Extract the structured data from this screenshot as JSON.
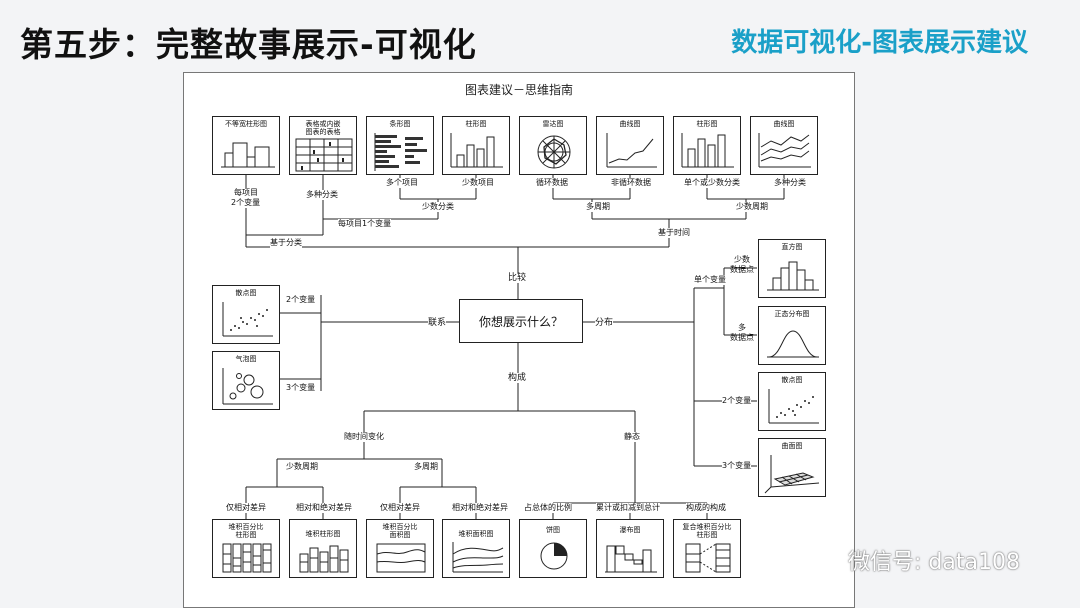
{
  "header": {
    "title": "第五步：完整故事展示-可视化",
    "subtitle": "数据可视化-图表展示建议"
  },
  "diagram": {
    "title": "图表建议－思维指南",
    "center": "你想展示什么？",
    "branches": {
      "compare": "比较",
      "relation": "联系",
      "distribution": "分布",
      "composition": "构成"
    },
    "top_boxes": [
      {
        "label": "不等宽柱形图"
      },
      {
        "label": "表格或内嵌\n图表的表格"
      },
      {
        "label": "条形图"
      },
      {
        "label": "柱形图"
      },
      {
        "label": "雷达图"
      },
      {
        "label": "曲线图"
      },
      {
        "label": "柱形图"
      },
      {
        "label": "曲线图"
      }
    ],
    "top_labels": {
      "each_item_2": "每项目",
      "two_vars": "2个变量",
      "multi_class": "多种分类",
      "many_items": "多个项目",
      "few_items": "少数项目",
      "cyclic": "循环数据",
      "noncyclic": "非循环数据",
      "single_or_few": "单个或少数分类",
      "multi_class2": "多种分类",
      "few_class": "少数分类",
      "many_periods": "多周期",
      "few_periods": "少数周期",
      "each_item_1": "每项目1个变量",
      "by_class": "基于分类",
      "by_time": "基于时间"
    },
    "left_boxes": [
      {
        "label": "散点图"
      },
      {
        "label": "气泡图"
      }
    ],
    "left_labels": {
      "two_vars": "2个变量",
      "three_vars": "3个变量"
    },
    "right_boxes": [
      {
        "label": "直方图"
      },
      {
        "label": "正态分布图"
      },
      {
        "label": "散点图"
      },
      {
        "label": "曲面图"
      }
    ],
    "right_labels": {
      "single_var": "单个变量",
      "few_points": "少数\n数据点",
      "many_points": "多\n数据点",
      "two_vars": "2个变量",
      "three_vars": "3个变量"
    },
    "bottom_boxes": [
      {
        "label": "堆积百分比\n柱形图"
      },
      {
        "label": "堆积柱形图"
      },
      {
        "label": "堆积百分比\n面积图"
      },
      {
        "label": "堆积面积图"
      },
      {
        "label": "饼图"
      },
      {
        "label": "瀑布图"
      },
      {
        "label": "复合堆积百分比\n柱形图"
      }
    ],
    "bottom_labels": {
      "over_time": "随时间变化",
      "static": "静态",
      "few_periods": "少数周期",
      "many_periods": "多周期",
      "rel_only1": "仅相对差异",
      "rel_abs1": "相对和绝对差异",
      "rel_only2": "仅相对差异",
      "rel_abs2": "相对和绝对差异",
      "share_total": "占总体的比例",
      "accumulate": "累计或扣减到总计",
      "component": "构成的构成"
    }
  },
  "watermark": {
    "text": "微信号: data108"
  }
}
